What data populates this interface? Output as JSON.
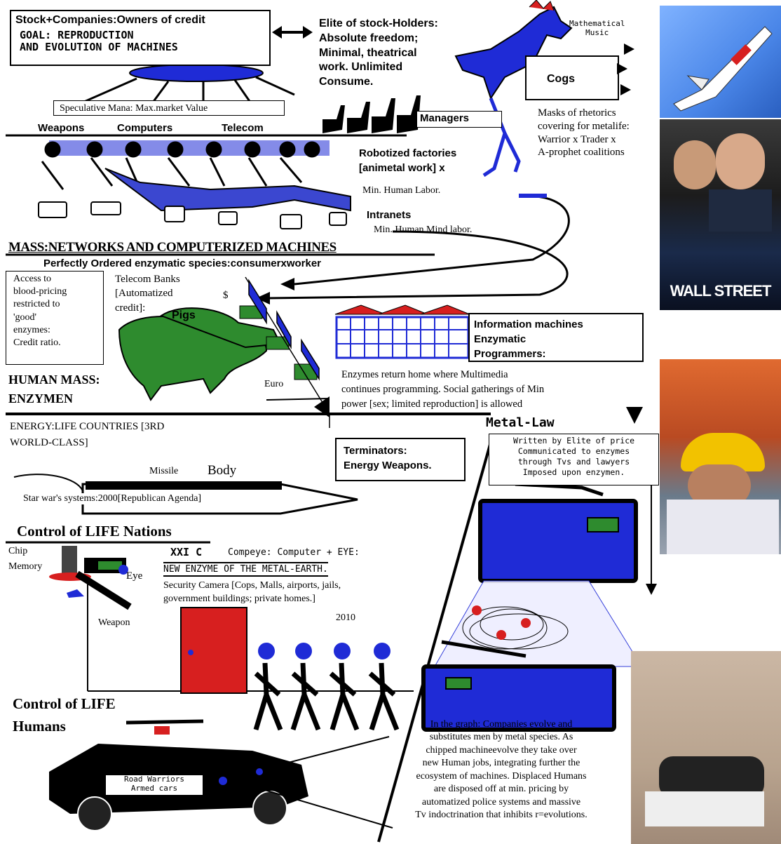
{
  "top_box": {
    "line1": "Stock+Companies:Owners of credit",
    "line2": "GOAL: REPRODUCTION\nAND EVOLUTION OF MACHINES"
  },
  "elite": "Elite of stock-Holders:\nAbsolute freedom;\nMinimal, theatrical\nwork. Unlimited\nConsume.",
  "math_music": "Mathematical\nMusic",
  "cogs": "Cogs",
  "masks": "Masks of rhetorics\ncovering for metalife:\nWarrior x Trader x\nA-prophet coalitions",
  "speculative": "Speculative Mana: Max.market Value",
  "managers": "Managers",
  "weapons": "Weapons",
  "computers": "Computers",
  "telecom": "Telecom",
  "robotized": "Robotized factories\n[animetal work] x",
  "min_labor": "Min. Human Labor.",
  "intranets": "Intranets",
  "min_mind": "Min. Human Mind labor.",
  "mass_title": "MASS:NETWORKS AND COMPUTERIZED MACHINES",
  "ordered": "Perfectly Ordered enzymatic species:consumerxworker",
  "access": "Access to\nblood-pricing\nrestricted to\n'good'\nenzymes:\nCredit ratio.",
  "telecom_banks": "Telecom Banks\n[Automatized\ncredit]:",
  "dollar": "$",
  "pigs": "Pigs",
  "euro": "Euro",
  "human_mass": "HUMAN MASS:\nENZYMEN",
  "info_machines": "Information machines\nEnzymatic\nProgrammers:",
  "enzymes_return": "Enzymes return home where Multimedia\ncontinues programming. Social gatherings of Min\npower [sex; limited reproduction] is allowed",
  "energy": "ENERGY:LIFE COUNTRIES [3RD\nWORLD-CLASS]",
  "metal_law": "Metal-Law",
  "terminators": "Terminators:\nEnergy Weapons.",
  "written": "Written by Elite of price\nCommunicated to enzymes\nthrough Tvs and lawyers\nImposed upon enzymen.",
  "missile": "Missile",
  "body": "Body",
  "star_wars": "Star war's systems:2000[Republican Agenda]",
  "control_nations": "Control of LIFE Nations",
  "chip": "Chip",
  "memory": "Memory",
  "eye": "Eye",
  "weapon": "Weapon",
  "xxi": "XXI C",
  "compeye": "Compeye: Computer + EYE:",
  "new_enzyme": "NEW ENZYME OF THE METAL-EARTH.",
  "security": "Security Camera [Cops, Malls, airports, jails,\ngovernment buildings; private homes.]",
  "year": "2010",
  "control_humans": "Control of LIFE\nHumans",
  "road": "Road Warriors\nArmed cars",
  "graph_text": "In the graph: Companies evolve and\nsubstitutes men by metal species. As\nchipped machineevolve they take over\nnew Human jobs, integrating further the\necosystem of machines. Displaced Humans\nare disposed off at min. pricing by\nautomatized police systems and massive\nTv indoctrination that inhibits r=evolutions.",
  "poster_title": "WALL STREET",
  "colors": {
    "blue": "#1f2bd6",
    "green": "#2e8b2e",
    "red": "#d71f1f",
    "dark_blue": "#0d1a8a"
  }
}
